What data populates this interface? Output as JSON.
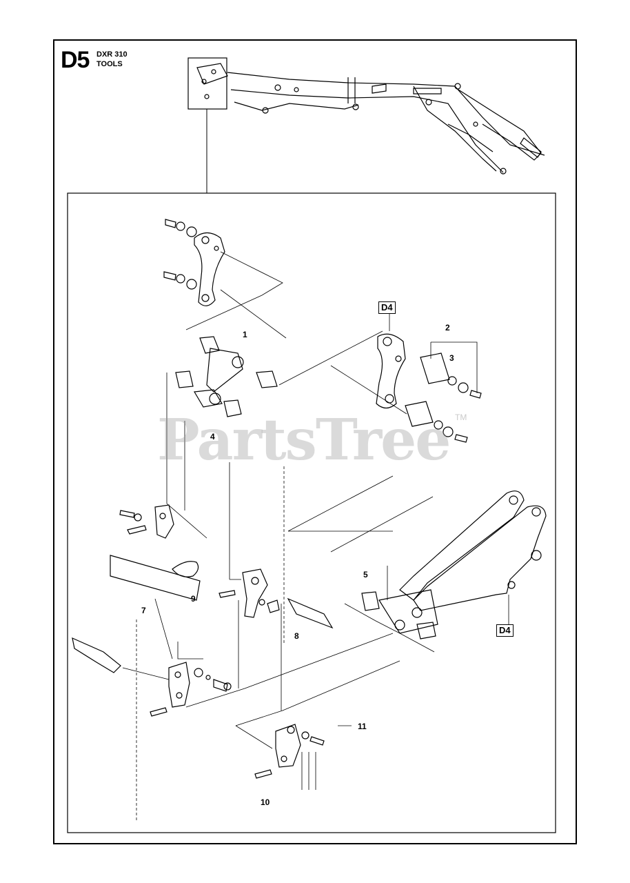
{
  "header": {
    "section_code": "D5",
    "model": "DXR 310",
    "section_name": "TOOLS"
  },
  "watermark": {
    "brand": "PartsTree",
    "trademark": "TM"
  },
  "reference_boxes": [
    "D4",
    "D4"
  ],
  "callouts": [
    "1",
    "2",
    "3",
    "4",
    "5",
    "7",
    "8",
    "9",
    "10",
    "11"
  ],
  "colors": {
    "line": "#000000",
    "background": "#ffffff",
    "watermark": "#969696"
  }
}
